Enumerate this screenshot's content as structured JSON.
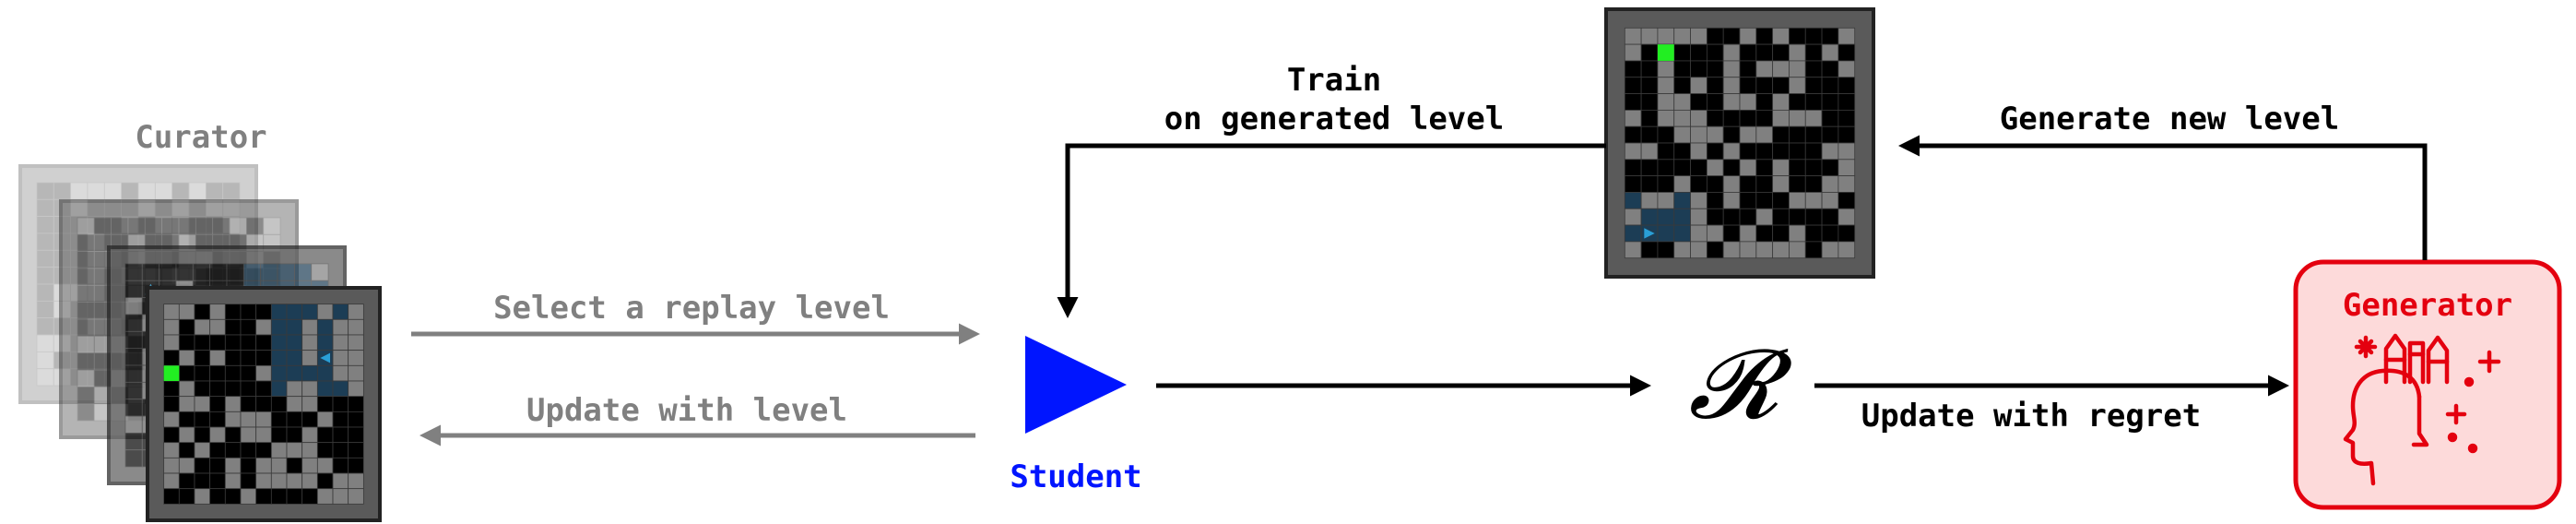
{
  "colors": {
    "student": "#0015ff",
    "generator": "#e4000f",
    "generator_fill": "#fddada",
    "curator_text": "#808080",
    "grey_arrow": "#808080",
    "black_arrow": "#000000",
    "wall": "#808080",
    "floor": "#000000",
    "frame": "#5a5a5a",
    "goal": "#22ee22",
    "agent": "#2a9fd6",
    "explored": "#1c3d55"
  },
  "labels": {
    "curator": "Curator",
    "student": "Student",
    "generator": "Generator",
    "regret_symbol": "𝓡",
    "select_replay": "Select a replay level",
    "update_with_level": "Update with level",
    "train_line1": "Train",
    "train_line2": "on generated level",
    "generate_new_level": "Generate new level",
    "update_with_regret": "Update with regret"
  },
  "icons": {
    "student": "triangle-icon",
    "generator": "head-with-tools-icon",
    "sparkles": "sparkle-icon"
  }
}
